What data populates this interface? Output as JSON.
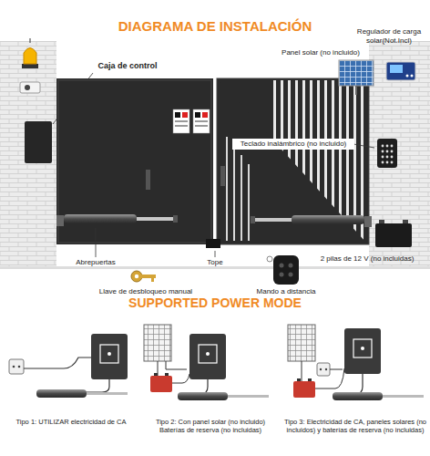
{
  "diagram": {
    "title": "DIAGRAMA DE INSTALACIÓN",
    "labels": [
      "SUPPORTED POWER MODE",
      "Caja de control",
      "Regulador de carga solar(Not.Incl)",
      "Panel solar (no incluido)",
      "Teclado inalámbrico (no incluido)",
      "Abrepuertas",
      "Tope",
      "2 pilas de 12 V (no incluidas)",
      "Llave de desbloqueo manual",
      "Mando a distancia",
      "Tipo 1: UTILIZAR electricidad de CA",
      "Tipo 2: Con panel solar (no incluido) Baterías de reserva (no incluidas)",
      "Tipo 3: Electricidad de CA, paneles solares (no incluidos) y baterías de reserva (no incluidas)"
    ]
  }
}
